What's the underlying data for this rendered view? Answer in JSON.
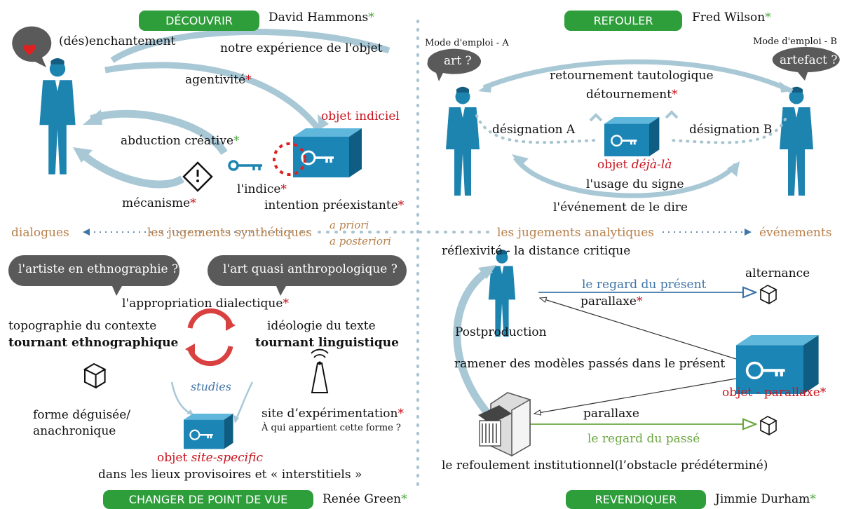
{
  "quadrants": {
    "decouvrir": {
      "button": "DÉCOUVRIR",
      "artist": "David Hammons",
      "labels": {
        "des_enchantement": "(dés)enchantement",
        "experience": "notre expérience de l'objet",
        "agentivite": "agentivité",
        "objet_indiciel": "objet indiciel",
        "abduction": "abduction créative",
        "mecanisme": "mécanisme",
        "indice": "l'indice",
        "intention": "intention préexistante"
      }
    },
    "refouler": {
      "button": "REFOULER",
      "artist": "Fred Wilson",
      "labels": {
        "mode_a": "Mode d'emploi - A",
        "mode_b": "Mode d'emploi - B",
        "bubble_art": "art ?",
        "bubble_artefact": "artefact ?",
        "retournement": "retournement tautologique",
        "detournement": "détournement",
        "designation_a": "désignation A",
        "designation_b": "désignation B",
        "objet_prefix": "objet ",
        "objet_deja_la": "déjà-là",
        "usage": "l'usage du signe",
        "evenement": "l'événement de le dire"
      }
    },
    "changer": {
      "button": "CHANGER DE POINT DE VUE",
      "artist": "Renée Green",
      "labels": {
        "bubble_ethno": "l'artiste en ethnographie ?",
        "bubble_anthro": "l'art quasi anthropologique ?",
        "appropriation": "l'appropriation dialectique",
        "topographie": "topographie du contexte",
        "tournant_ethno": "tournant ethnographique",
        "ideologie": "idéologie du texte",
        "tournant_ling": "tournant linguistique",
        "studies": "studies",
        "forme_1": "forme déguisée/",
        "forme_2": "anachronique",
        "site": "site d’expérimentation",
        "question": "À qui appartient cette forme ?",
        "objet_prefix": "objet ",
        "objet_site": "site-specific",
        "lieux": "dans les lieux provisoires et « interstitiels »"
      }
    },
    "revendiquer": {
      "button": "REVENDIQUER",
      "artist": "Jimmie Durham",
      "labels": {
        "reflexivite": "réflexivité - la distance critique",
        "alternance": "alternance",
        "regard_present": "le regard du présent",
        "parallaxe_1": "parallaxe",
        "postproduction": "Postproduction",
        "ramener": "ramener des modèles passés dans le présent",
        "objet_parallaxe": "objet - parallaxe",
        "parallaxe_2": "parallaxe",
        "regard_passe": "le regard du passé",
        "refoulement": "le refoulement institutionnel(l’obstacle prédéterminé)"
      }
    }
  },
  "axis": {
    "dialogues": "dialogues",
    "synthetiques": "les jugements synthétiques",
    "a_priori": "a priori",
    "a_posteriori": "a posteriori",
    "analytiques": "les jugements analytiques",
    "evenements": "événements"
  },
  "marks": {
    "star": "*"
  },
  "colors": {
    "green_button": "#2e9e3a",
    "arrow_blue": "#a9c8d6",
    "figure_blue": "#1d84b0",
    "red_text": "#c8141e",
    "brown_axis": "#b8804a",
    "present_line": "#3f74a8",
    "past_line": "#6aa640",
    "bubble_gray": "#5a5a5a"
  },
  "icons": [
    "heart-icon",
    "warning-icon",
    "key-icon",
    "safe-box-icon",
    "cube-icon",
    "cycle-icon",
    "antenna-icon",
    "museum-icon",
    "person-icon"
  ]
}
